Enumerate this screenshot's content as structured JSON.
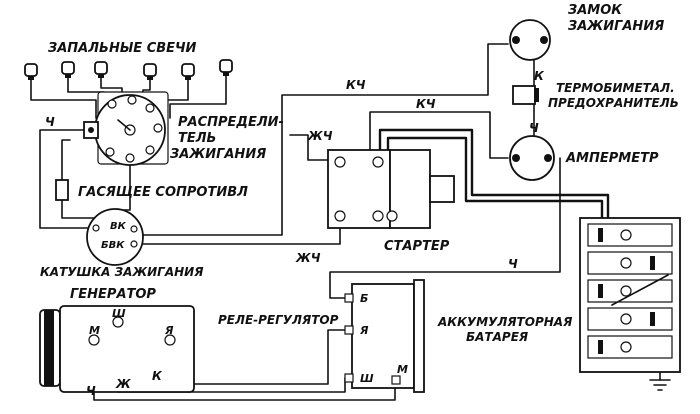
{
  "labels": {
    "spark_plugs": "ЗАПАЛЬНЫЕ СВЕЧИ",
    "distributor_1": "РАСПРЕДЕЛИ-",
    "distributor_2": "ТЕЛЬ",
    "distributor_3": "ЗАЖИГАНИЯ",
    "resistor": "ГАСЯЩЕЕ СОПРОТИВЛ",
    "ignition_coil": "КАТУШКА ЗАЖИГАНИЯ",
    "coil_term_vk": "ВК",
    "coil_term_bvk": "БВК",
    "starter": "СТАРТЕР",
    "generator": "ГЕНЕРАТОР",
    "regulator": "РЕЛЕ-РЕГУЛЯТОР",
    "battery_1": "АККУМУЛЯТОРНАЯ",
    "battery_2": "БАТАРЕЯ",
    "ignition_lock_1": "ЗАМОК",
    "ignition_lock_2": "ЗАЖИГАНИЯ",
    "thermo_fuse_1": "ТЕРМОБИМЕТАЛ.",
    "thermo_fuse_2": "ПРЕДОХРАНИТЕЛЬ",
    "ammeter": "АМПЕРМЕТР",
    "gen_term_m": "М",
    "gen_term_sh": "Ш",
    "gen_term_ya": "Я",
    "reg_term_b": "Б",
    "reg_term_ya": "Я",
    "reg_term_sh": "Ш",
    "reg_term_m": "М"
  },
  "wire_labels": {
    "kch_top": "КЧ",
    "kch_mid": "КЧ",
    "zhch_upper": "ЖЧ",
    "zhch_lower": "ЖЧ",
    "ch_left": "Ч",
    "ch_right": "Ч",
    "ch_fuse": "Ч",
    "ch_bottom": "Ч",
    "k_fuse": "К",
    "k_bottom": "К",
    "zh_bottom": "Ж"
  }
}
